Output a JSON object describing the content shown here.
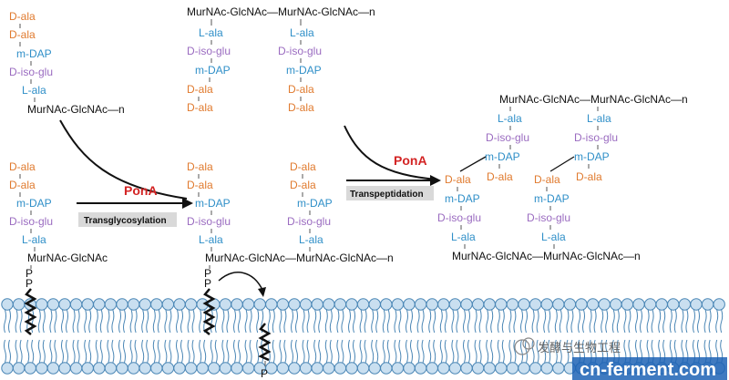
{
  "labels": {
    "d_ala": "D-ala",
    "m_dap": "m-DAP",
    "d_iso_glu": "D-iso-glu",
    "l_ala": "L-ala",
    "murnac_glcnac_n": "MurNAc-GlcNAc—n",
    "murnac_glcnac": "MurNAc-GlcNAc",
    "murnac_glcnac_dash": "MurNAc-GlcNAc—",
    "p": "P"
  },
  "steps": {
    "enzyme_1": "PonA",
    "process_1": "Transglycosylation",
    "enzyme_2": "PonA",
    "process_2": "Transpeptidation"
  },
  "watermark": {
    "text": "发酵与生物工程",
    "site": "cn-ferment.com"
  },
  "colors": {
    "d_ala": "#e07a2e",
    "dap": "#2f8fc8",
    "iso_glu": "#9a6bc0",
    "enzyme": "#d32424",
    "membrane_head": "#c9dff0",
    "membrane_stroke": "#4a86b5"
  }
}
